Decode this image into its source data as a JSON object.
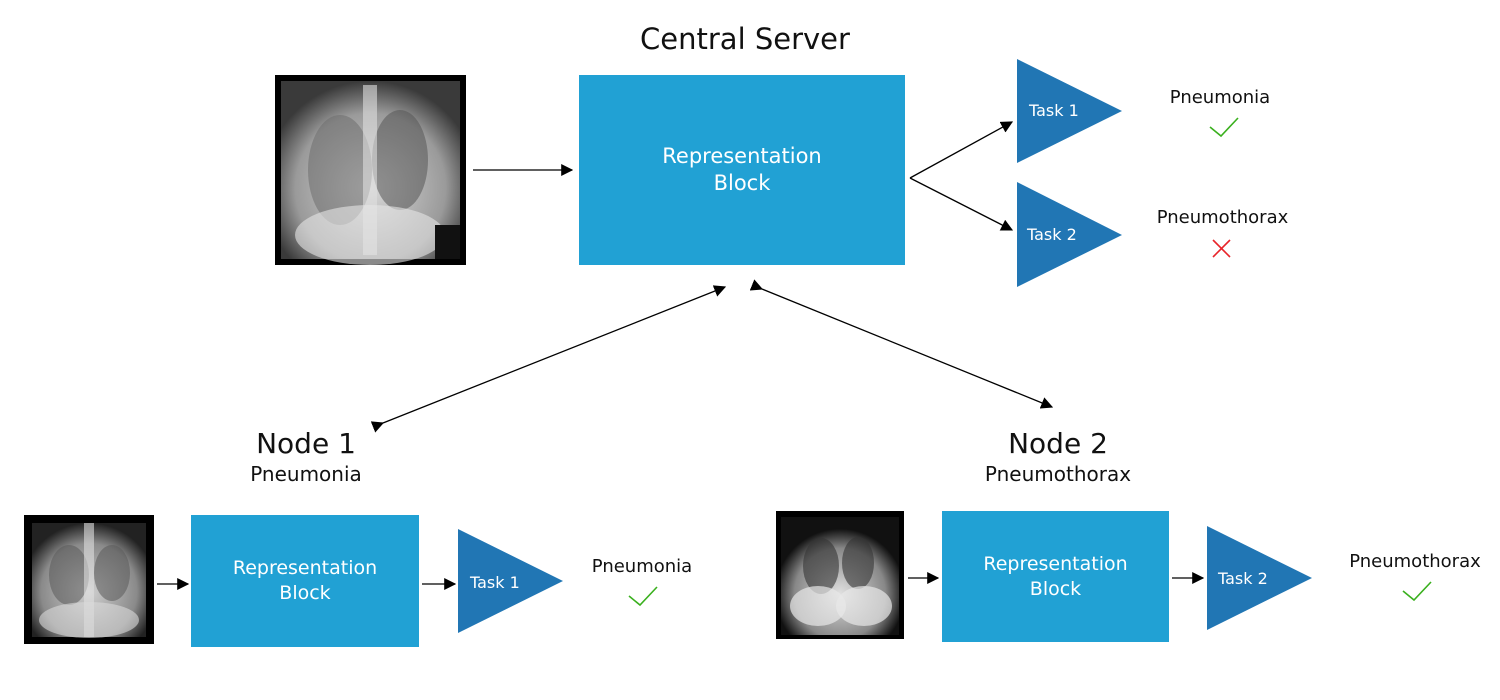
{
  "central_server": {
    "title": "Central Server",
    "block_line1": "Representation",
    "block_line2": "Block",
    "tasks": [
      {
        "label": "Task 1",
        "output": "Pneumonia",
        "result": "correct",
        "result_icon": "check-icon"
      },
      {
        "label": "Task 2",
        "output": "Pneumothorax",
        "result": "incorrect",
        "result_icon": "cross-icon"
      }
    ]
  },
  "nodes": [
    {
      "title": "Node 1",
      "subtitle": "Pneumonia",
      "block_line1": "Representation",
      "block_line2": "Block",
      "task": {
        "label": "Task 1",
        "output": "Pneumonia",
        "result": "correct",
        "result_icon": "check-icon"
      }
    },
    {
      "title": "Node 2",
      "subtitle": "Pneumothorax",
      "block_line1": "Representation",
      "block_line2": "Block",
      "task": {
        "label": "Task 2",
        "output": "Pneumothorax",
        "result": "correct",
        "result_icon": "check-icon"
      }
    }
  ],
  "colors": {
    "block": "#21a1d4",
    "task": "#2176b4",
    "check": "#3ab01e",
    "cross": "#e8242a",
    "arrow": "#000000"
  }
}
